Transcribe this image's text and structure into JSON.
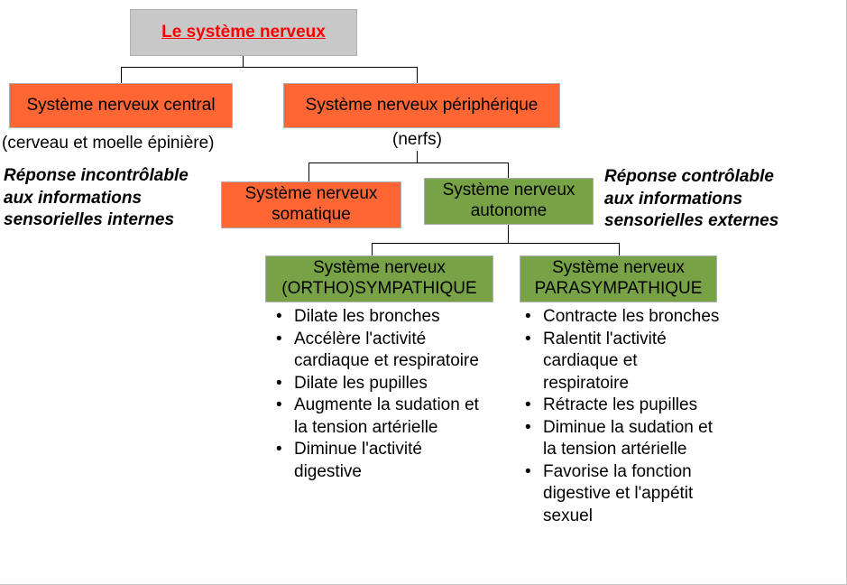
{
  "title": "Le système nerveux",
  "central": {
    "label": "Système nerveux central",
    "note": "(cerveau et moelle épinière)"
  },
  "peripheral": {
    "label": "Système nerveux périphérique",
    "note": "(nerfs)"
  },
  "somatic": {
    "line1": "Système nerveux",
    "line2": "somatique"
  },
  "autonomic": {
    "line1": "Système nerveux",
    "line2": "autonome"
  },
  "response_left": {
    "line1": "Réponse incontrôlable",
    "line2": "aux informations",
    "line3": "sensorielles internes"
  },
  "response_right": {
    "line1": "Réponse contrôlable",
    "line2": "aux informations",
    "line3": "sensorielles externes"
  },
  "sympathetic": {
    "line1": "Système nerveux",
    "line2": "(ORTHO)SYMPATHIQUE",
    "items": [
      "Dilate les bronches",
      "Accélère l'activité cardiaque et respiratoire",
      "Dilate les pupilles",
      "Augmente la sudation et la tension artérielle",
      "Diminue l'activité digestive"
    ]
  },
  "parasympathetic": {
    "line1": "Système nerveux",
    "line2": "PARASYMPATHIQUE",
    "items": [
      "Contracte les bronches",
      "Ralentit l'activité cardiaque et respiratoire",
      "Rétracte les pupilles",
      "Diminue la sudation et la tension artérielle",
      "Favorise la fonction digestive et l'appétit sexuel"
    ]
  },
  "colors": {
    "title_bg": "#c8c8c8",
    "title_text": "#ff0000",
    "orange": "#ff6633",
    "green": "#77a245"
  }
}
